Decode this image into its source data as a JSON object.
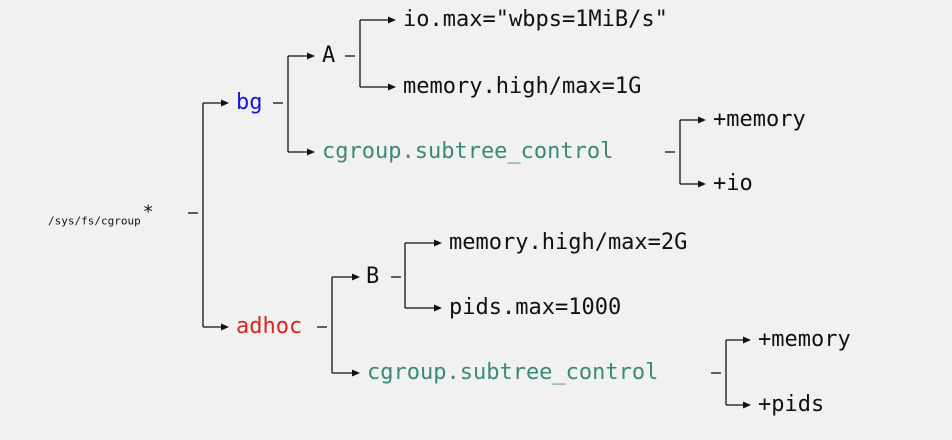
{
  "colors": {
    "background": "#f1f1f1",
    "text": "#111111",
    "bg_group": "#1515d6",
    "adhoc_group": "#d8261c",
    "subtree_control": "#3a8a78",
    "edges": "#111111"
  },
  "tree": {
    "root": {
      "label": "/sys/fs/cgroup",
      "marker": "*"
    },
    "bg": {
      "label": "bg",
      "A": {
        "label": "A",
        "io_max": "io.max=\"wbps=1MiB/s\"",
        "memory_high_max": "memory.high/max=1G"
      },
      "subtree_control": {
        "label": "cgroup.subtree_control",
        "memory": "+memory",
        "io": "+io"
      }
    },
    "adhoc": {
      "label": "adhoc",
      "B": {
        "label": "B",
        "memory_high_max": "memory.high/max=2G",
        "pids_max": "pids.max=1000"
      },
      "subtree_control": {
        "label": "cgroup.subtree_control",
        "memory": "+memory",
        "pids": "+pids"
      }
    }
  }
}
